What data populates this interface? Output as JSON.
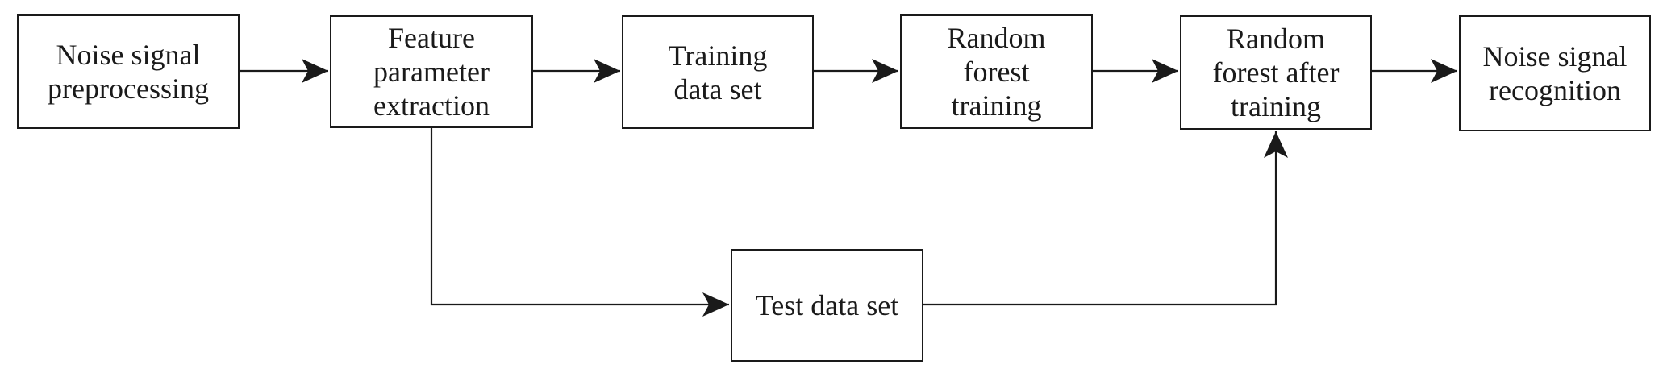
{
  "diagram": {
    "type": "flowchart",
    "colors": {
      "background": "#ffffff",
      "box_border": "#1a1a1a",
      "text": "#1a1a1a",
      "connector": "#1a1a1a"
    },
    "boxes": [
      {
        "id": "noise-signal-preprocessing",
        "label": "Noise signal preprocessing",
        "lines": [
          "Noise signal",
          "preprocessing"
        ]
      },
      {
        "id": "feature-parameter-extraction",
        "label": "Feature parameter extraction",
        "lines": [
          "Feature",
          "parameter",
          "extraction"
        ]
      },
      {
        "id": "training-data-set",
        "label": "Training data set",
        "lines": [
          "Training",
          "data set"
        ]
      },
      {
        "id": "random-forest-training",
        "label": "Random forest training",
        "lines": [
          "Random",
          "forest",
          "training"
        ]
      },
      {
        "id": "random-forest-after-training",
        "label": "Random forest after training",
        "lines": [
          "Random",
          "forest after",
          "training"
        ]
      },
      {
        "id": "noise-signal-recognition",
        "label": "Noise signal recognition",
        "lines": [
          "Noise signal",
          "recognition"
        ]
      },
      {
        "id": "test-data-set",
        "label": "Test data set",
        "lines": [
          "Test data set"
        ]
      }
    ],
    "connections": [
      {
        "from": "noise-signal-preprocessing",
        "to": "feature-parameter-extraction",
        "style": "arrow-right"
      },
      {
        "from": "feature-parameter-extraction",
        "to": "training-data-set",
        "style": "arrow-right"
      },
      {
        "from": "training-data-set",
        "to": "random-forest-training",
        "style": "arrow-right"
      },
      {
        "from": "random-forest-training",
        "to": "random-forest-after-training",
        "style": "arrow-right"
      },
      {
        "from": "random-forest-after-training",
        "to": "noise-signal-recognition",
        "style": "arrow-right"
      },
      {
        "from": "feature-parameter-extraction",
        "to": "test-data-set",
        "style": "down-then-right-arrow"
      },
      {
        "from": "test-data-set",
        "to": "random-forest-after-training",
        "style": "right-then-up-arrow"
      }
    ]
  }
}
